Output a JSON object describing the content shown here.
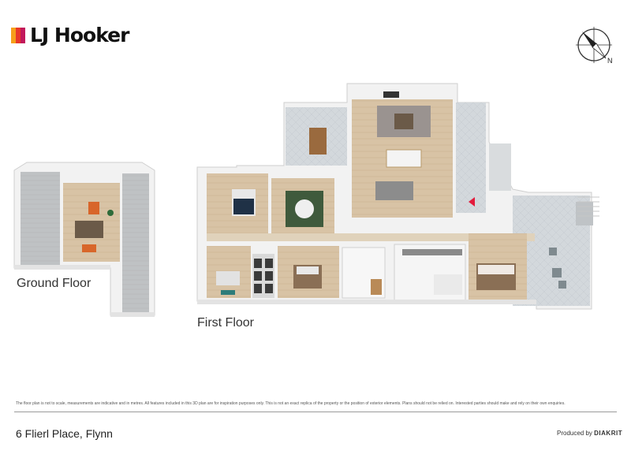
{
  "brand": {
    "name": "LJ Hooker",
    "colors": [
      "#f6a01a",
      "#e8392a",
      "#c2185b",
      "#2d2d2d"
    ]
  },
  "compass": {
    "label": "N",
    "icon": "compass-icon"
  },
  "floors": {
    "ground": "Ground Floor",
    "first": "First Floor"
  },
  "disclaimer": "The floor plan is not to scale, measurements are indicative and in metres. All features included in this 3D plan are for inspiration purposes only. This is not an exact replica of the property or the position of exterior elements. Plans should not be relied on. Interested parties should make and rely on their own enquiries.",
  "address": "6 Flierl Place, Flynn",
  "credit": {
    "prefix": "Produced by",
    "company": "DIAKRIT"
  },
  "colors": {
    "wall": "#f4f4f4",
    "floor_wood": "#d7c2a4",
    "tile": "#cdd3d8",
    "text": "#333333",
    "marker": "#e31b3c"
  }
}
